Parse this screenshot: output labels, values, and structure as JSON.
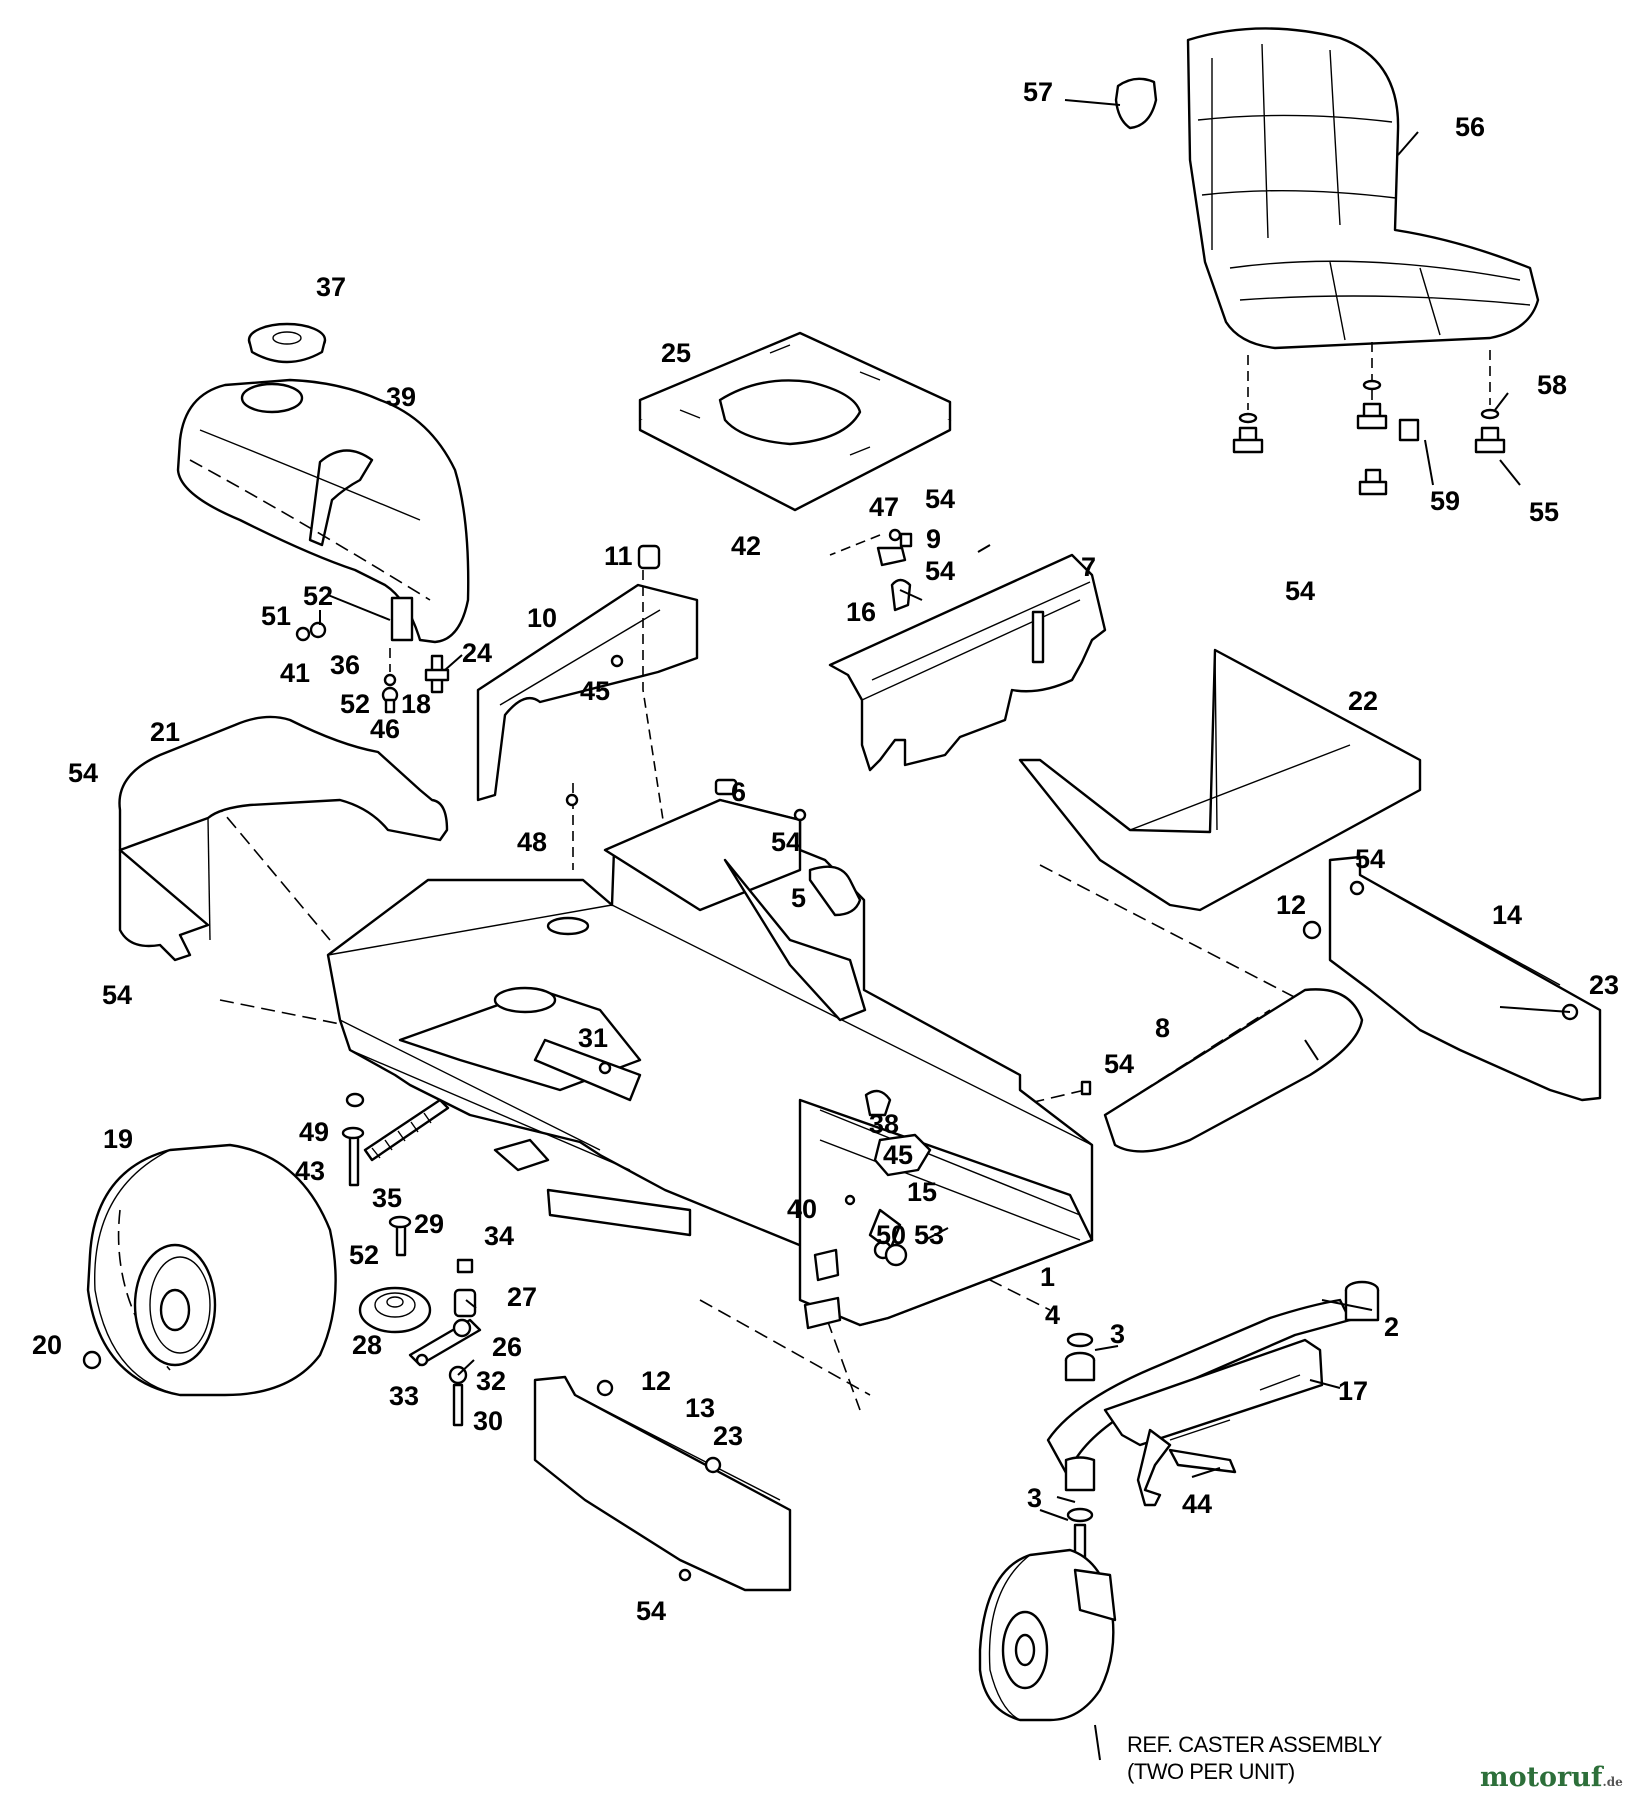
{
  "callouts": [
    "57",
    "56",
    "37",
    "25",
    "39",
    "58",
    "59",
    "55",
    "47",
    "54",
    "42",
    "9",
    "11",
    "54",
    "16",
    "7",
    "10",
    "51",
    "52",
    "41",
    "36",
    "24",
    "54",
    "52",
    "18",
    "46",
    "45",
    "22",
    "21",
    "54",
    "6",
    "48",
    "54",
    "5",
    "54",
    "12",
    "14",
    "54",
    "23",
    "31",
    "8",
    "54",
    "19",
    "49",
    "38",
    "43",
    "45",
    "35",
    "15",
    "40",
    "29",
    "34",
    "50",
    "53",
    "52",
    "1",
    "27",
    "28",
    "26",
    "20",
    "2",
    "4",
    "3",
    "33",
    "32",
    "30",
    "12",
    "17",
    "13",
    "23",
    "3",
    "44",
    "54"
  ],
  "note": {
    "line1": "REF. CASTER ASSEMBLY",
    "line2": "(TWO PER UNIT)"
  },
  "watermark": {
    "name": "motoruf",
    "tld": ".de",
    "color": "#2d6f3a"
  }
}
